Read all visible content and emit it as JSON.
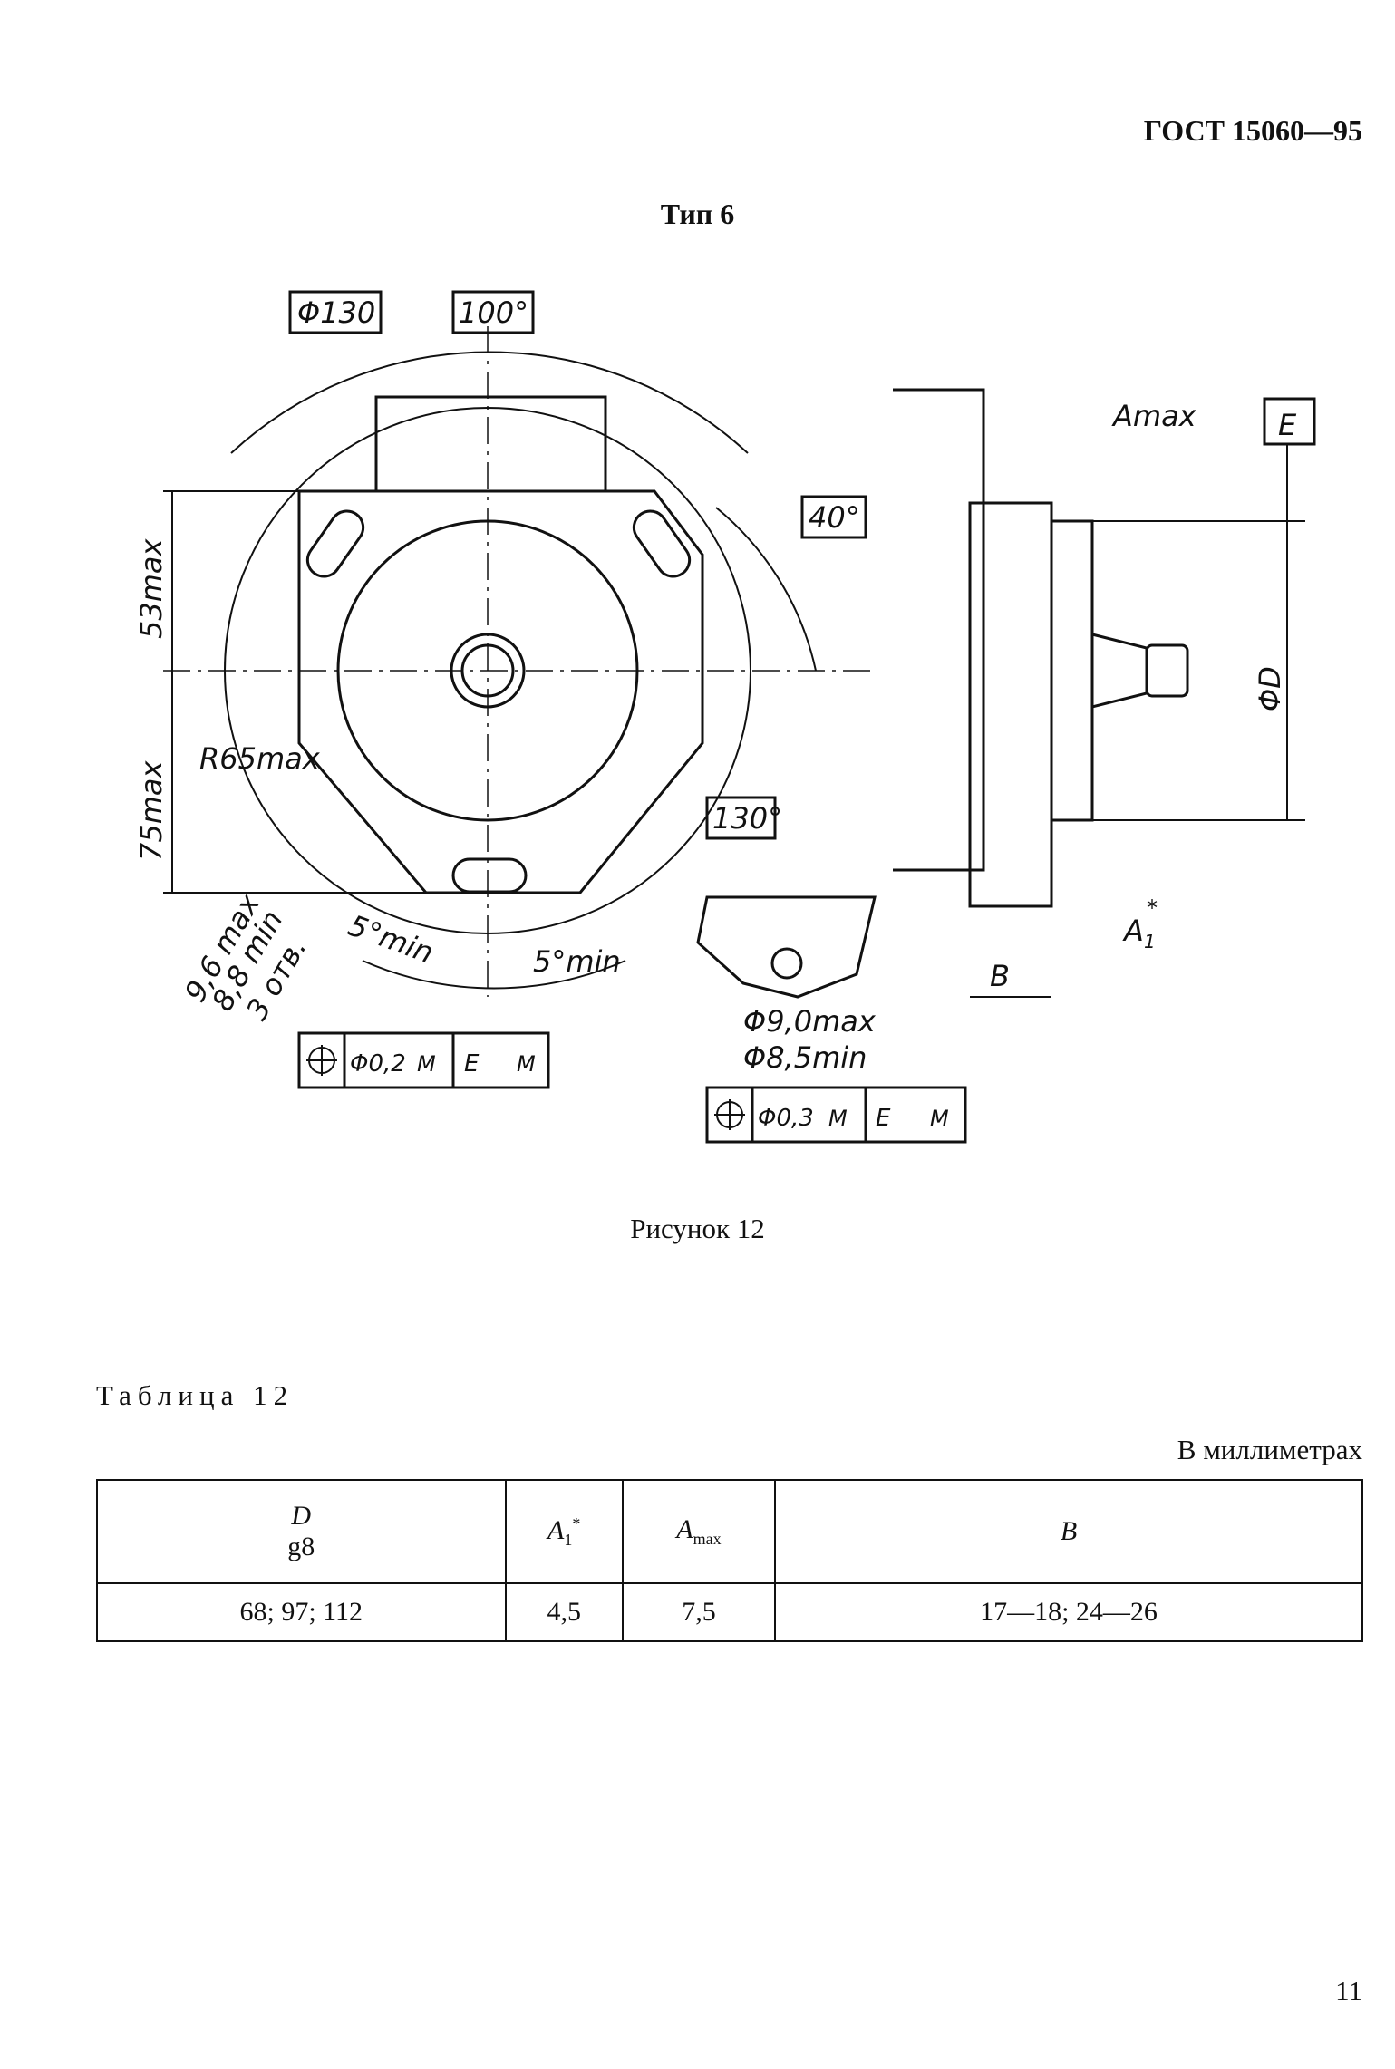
{
  "header": {
    "standard_code": "ГОСТ 15060—95",
    "type_title": "Тип 6"
  },
  "figure": {
    "caption": "Рисунок 12",
    "labels": {
      "phi130": "Φ130",
      "angle100": "100°",
      "amax": "Amax",
      "datum_e": "E",
      "angle40": "40°",
      "d53": "53max",
      "d75": "75max",
      "r65": "R65max",
      "angle130": "130°",
      "phiD": "ΦD",
      "a1": "A",
      "a1_sub": "1",
      "a1_star": "*",
      "b": "B",
      "min5_left": "5°min",
      "min5_right": "5°min",
      "slot_96": "9,6 max",
      "slot_88": "8,8 min",
      "holes3": "3 отв.",
      "hole_90": "Φ9,0max",
      "hole_85": "Φ8,5min",
      "tol1_value": "Φ0,2",
      "tol2_value": "Φ0,3",
      "tol_m": "M",
      "tol_e": "E"
    }
  },
  "table": {
    "title": "Таблица 12",
    "units": "В миллиметрах",
    "headers": {
      "d": "D",
      "d_sub": "g8",
      "a1": "A",
      "a1_sub": "1",
      "a1_star": "*",
      "amax": "A",
      "amax_sub": "max",
      "b": "B"
    },
    "rows": [
      {
        "d": "68; 97; 112",
        "a1": "4,5",
        "amax": "7,5",
        "b": "17—18; 24—26"
      }
    ]
  },
  "footer": {
    "page_number": "11"
  }
}
